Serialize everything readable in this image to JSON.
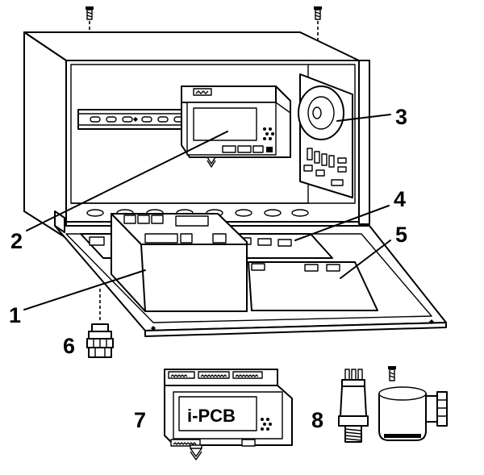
{
  "diagram": {
    "callouts": [
      {
        "id": "1",
        "label": "1"
      },
      {
        "id": "2",
        "label": "2"
      },
      {
        "id": "3",
        "label": "3"
      },
      {
        "id": "4",
        "label": "4"
      },
      {
        "id": "5",
        "label": "5"
      },
      {
        "id": "6",
        "label": "6"
      },
      {
        "id": "7",
        "label": "7"
      },
      {
        "id": "8",
        "label": "8"
      }
    ],
    "module_label": "i-PCB"
  }
}
